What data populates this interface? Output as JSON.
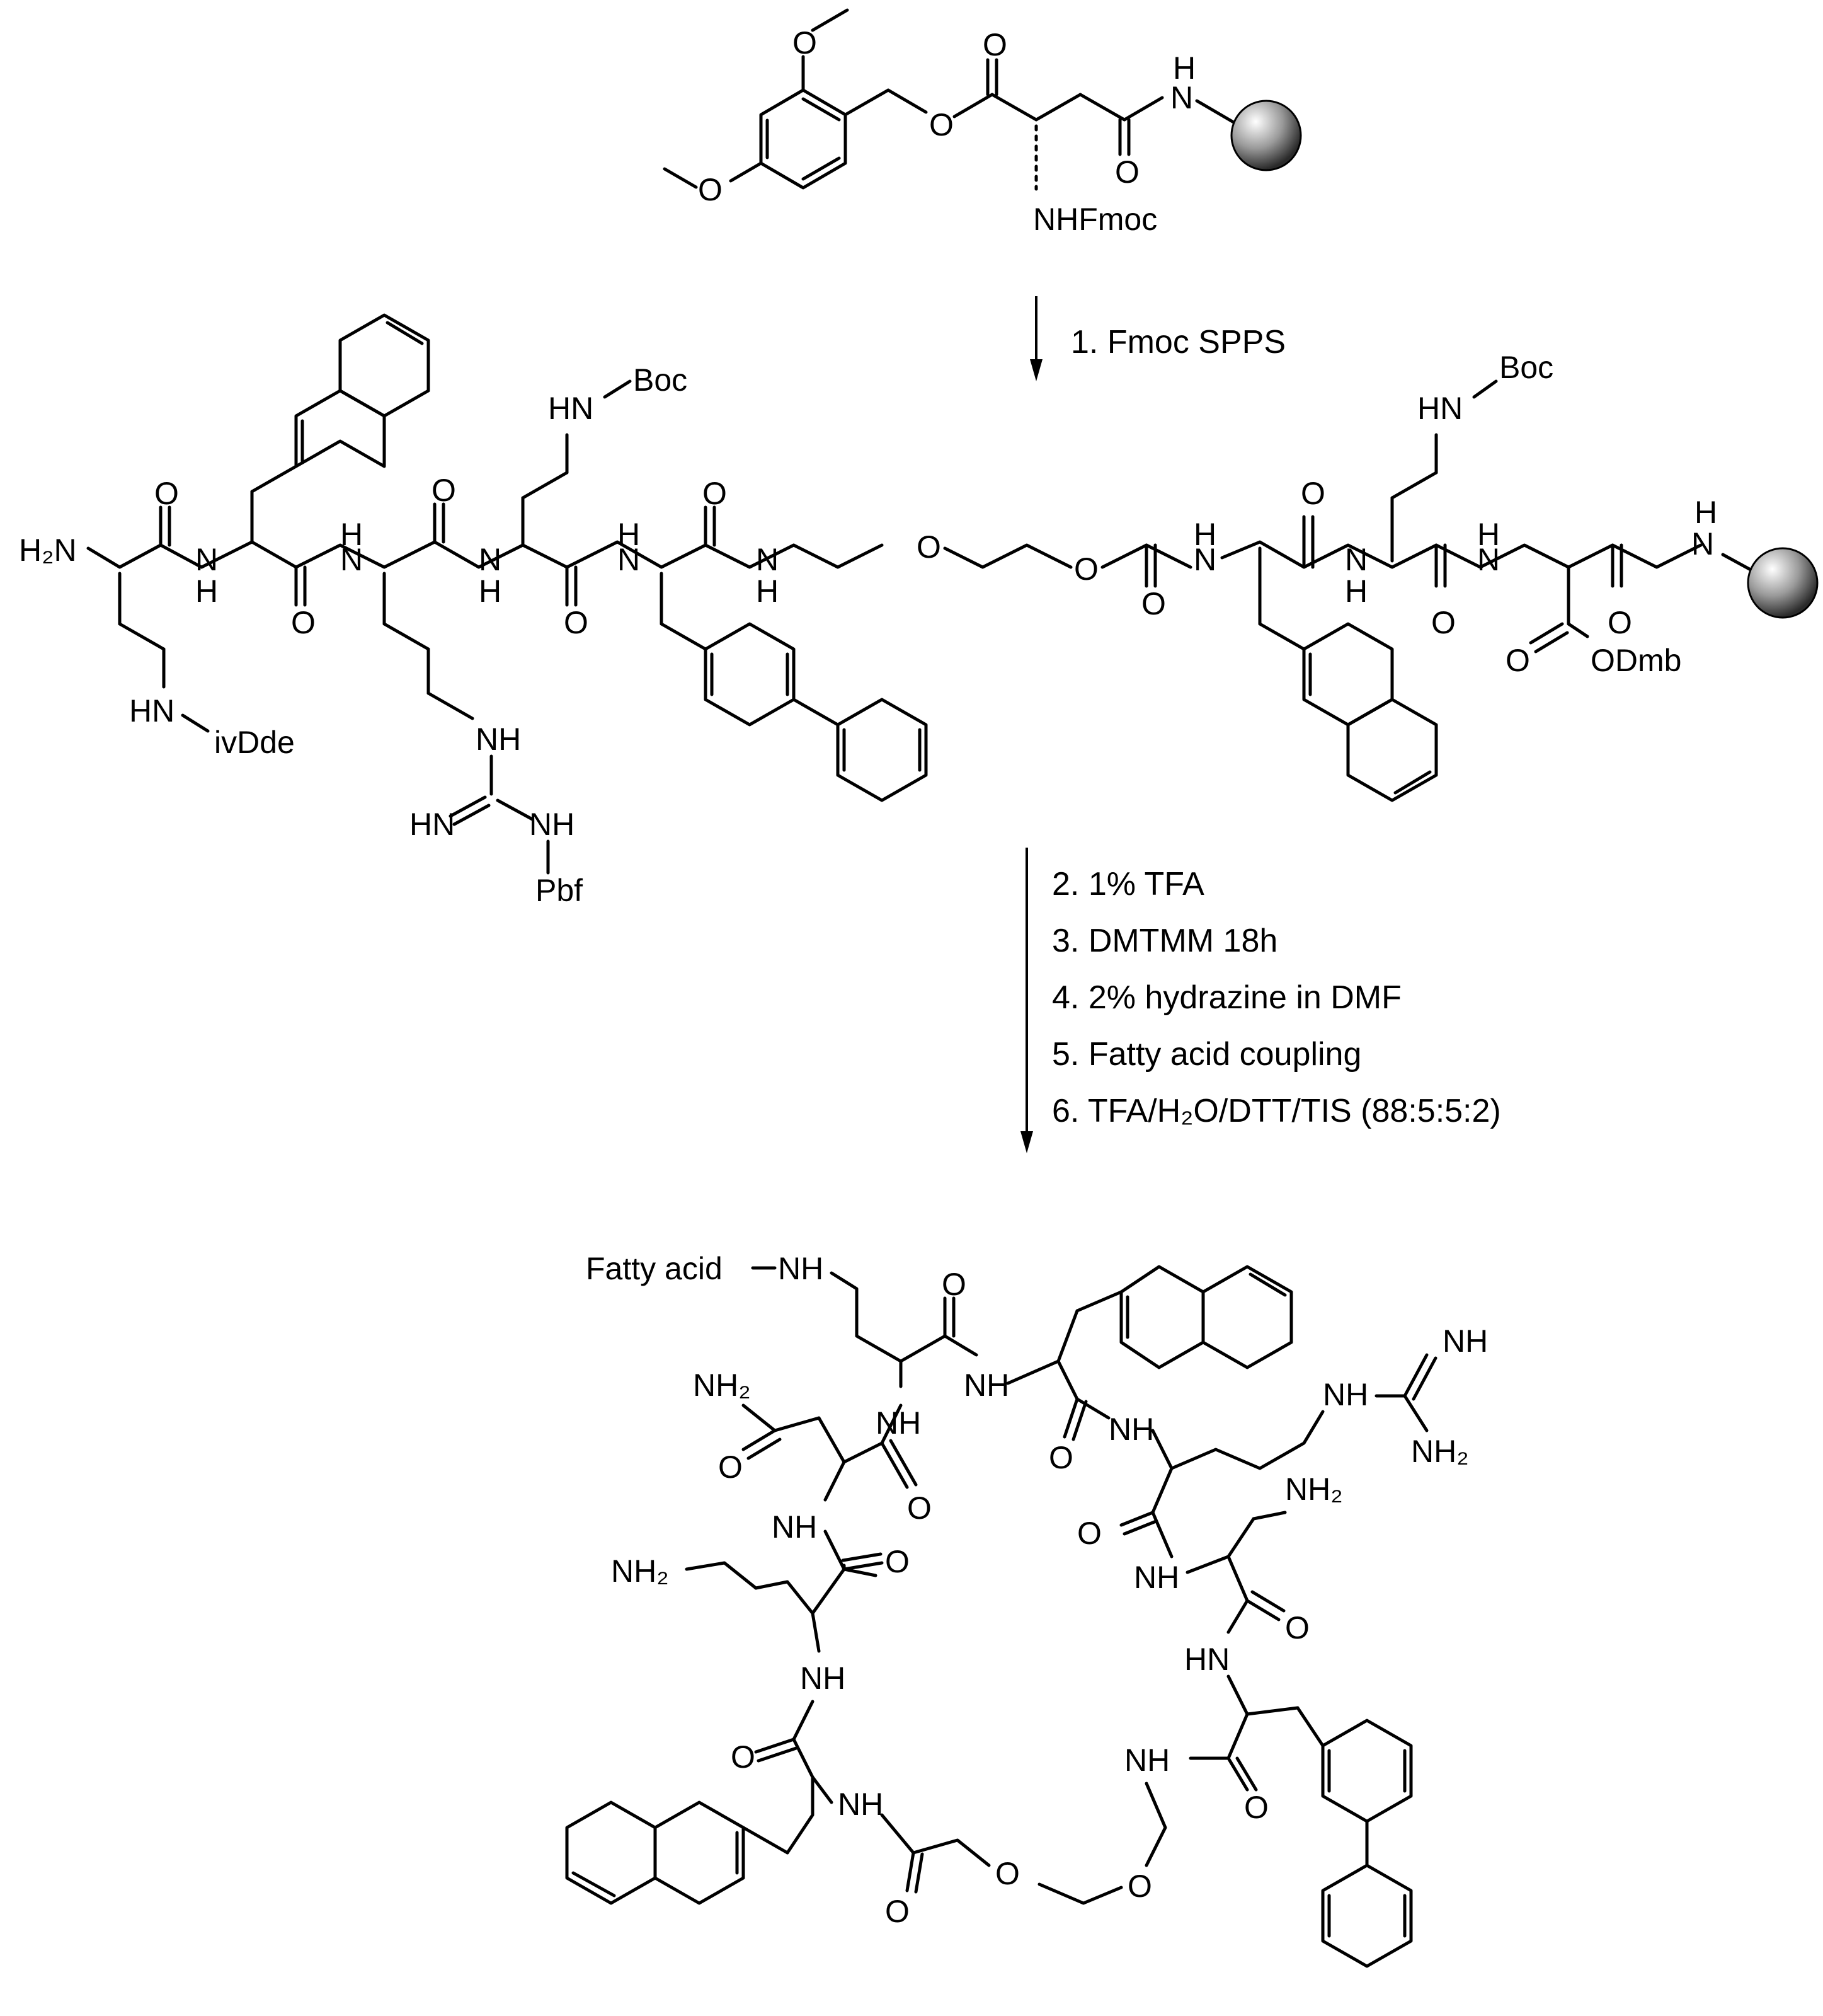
{
  "starting_material": {
    "labels": {
      "o_methoxy_top": "O",
      "o_methoxy_bottom": "O",
      "o_ester": "O",
      "o_carbonyl_1": "O",
      "o_carbonyl_2": "O",
      "nh_amide": "H",
      "n_amide": "N",
      "nhfmoc": "NHFmoc"
    }
  },
  "step1": {
    "label": "1. Fmoc SPPS"
  },
  "linear_peptide": {
    "labels": {
      "h2n": "H₂N",
      "hn_ivdde": "HN",
      "ivdde": "ivDde",
      "boc_1": "Boc",
      "hn_boc_1": "HN",
      "boc_2": "Boc",
      "hn_boc_2": "HN",
      "nh_guan": "NH",
      "hn_guan": "HN",
      "nh_pbf": "NH",
      "pbf": "Pbf",
      "odmb": "ODmb",
      "o_dmb": "O",
      "n": "N",
      "h": "H",
      "o": "O"
    }
  },
  "conditions": {
    "steps": [
      "2. 1% TFA",
      "3. DMTMM 18h",
      "4. 2% hydrazine in DMF",
      "5. Fatty acid coupling",
      "6. TFA/H₂O/DTT/TIS (88:5:5:2)"
    ]
  },
  "cyclic_product": {
    "labels": {
      "fatty_acid": "Fatty acid",
      "nh_fa": "NH",
      "nh2_asn": "NH₂",
      "nh2_dab_left": "NH₂",
      "nh2_dab_right": "NH₂",
      "nh2_guan": "NH₂",
      "nh_guan_top": "NH",
      "nh_guan_link": "NH",
      "nh": "NH",
      "hn": "HN",
      "o": "O"
    }
  }
}
